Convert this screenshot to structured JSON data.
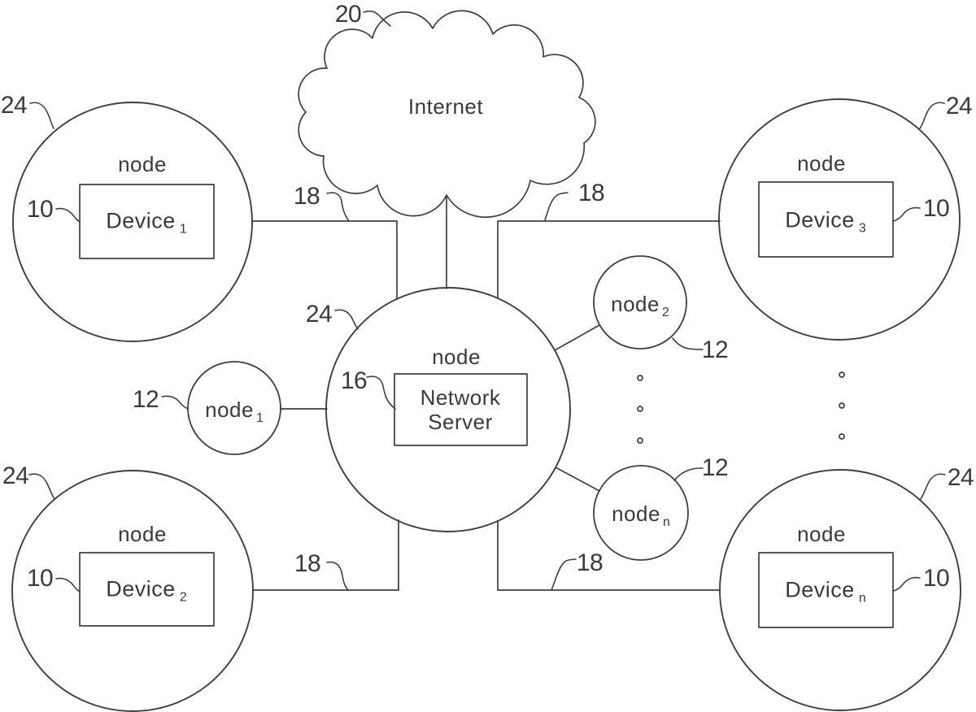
{
  "figure": {
    "colors": {
      "background": "#ffffff",
      "line": "#3f3f3f",
      "text": "#3a3a3a"
    },
    "cloud": {
      "label": "Internet",
      "ref": "20"
    },
    "central_node": {
      "label": "node",
      "ref": "24",
      "server": {
        "line1": "Network",
        "line2": "Server",
        "ref": "16"
      }
    },
    "device_nodes": [
      {
        "pos": "top-left",
        "label": "node",
        "ref": "24",
        "device": "Device",
        "sub": "1",
        "device_ref": "10"
      },
      {
        "pos": "top-right",
        "label": "node",
        "ref": "24",
        "device": "Device",
        "sub": "3",
        "device_ref": "10"
      },
      {
        "pos": "bottom-left",
        "label": "node",
        "ref": "24",
        "device": "Device",
        "sub": "2",
        "device_ref": "10"
      },
      {
        "pos": "bottom-right",
        "label": "node",
        "ref": "24",
        "device": "Device",
        "sub": "n",
        "device_ref": "10"
      }
    ],
    "small_nodes": [
      {
        "pos": "left",
        "label": "node",
        "sub": "1",
        "ref": "12"
      },
      {
        "pos": "upper-right",
        "label": "node",
        "sub": "2",
        "ref": "12"
      },
      {
        "pos": "lower-right",
        "label": "node",
        "sub": "n",
        "ref": "12"
      }
    ],
    "link_refs": [
      "18",
      "18",
      "18",
      "18"
    ]
  }
}
